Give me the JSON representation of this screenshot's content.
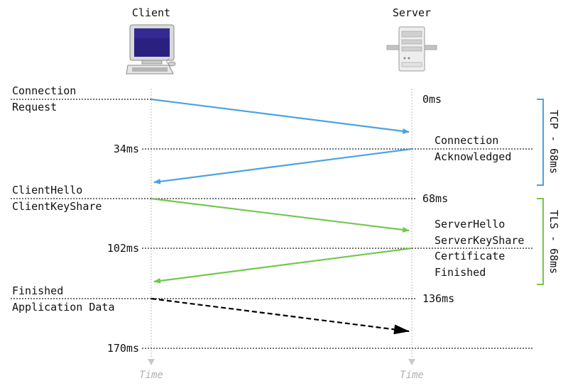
{
  "participants": {
    "client": "Client",
    "server": "Server"
  },
  "time_axis_label": "Time",
  "timestamps": {
    "t0": "0ms",
    "t34": "34ms",
    "t68": "68ms",
    "t102": "102ms",
    "t136": "136ms",
    "t170": "170ms"
  },
  "messages": {
    "connection_request": [
      "Connection",
      "Request"
    ],
    "connection_acknowledged": [
      "Connection",
      "Acknowledged"
    ],
    "client_hello": [
      "ClientHello",
      "ClientKeyShare"
    ],
    "server_hello": [
      "ServerHello",
      "ServerKeyShare",
      "Certificate",
      "Finished"
    ],
    "client_finished": [
      "Finished",
      "Application Data"
    ]
  },
  "phases": {
    "tcp": "TCP - 68ms",
    "tls": "TLS - 68ms"
  },
  "colors": {
    "tcp": "#4aa3e0",
    "tls": "#72c84a",
    "data": "#000000",
    "lifeline": "#c8c8c8",
    "time_label": "#b0b0b0"
  },
  "icons": {
    "client": "desktop-computer-icon",
    "server": "tower-server-icon"
  }
}
